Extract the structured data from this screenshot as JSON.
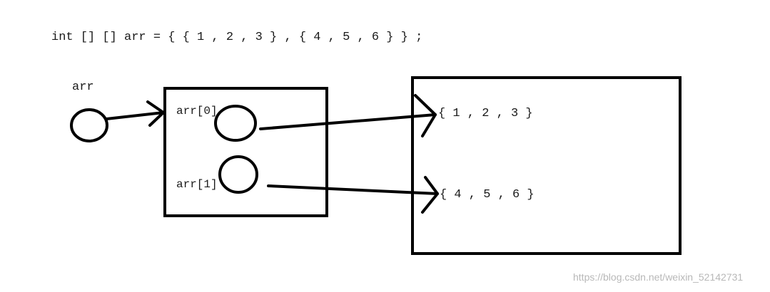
{
  "declaration": "int [] [] arr = { { 1 , 2 , 3 } , { 4 , 5 , 6 } } ;",
  "labels": {
    "arr": "arr",
    "arr0": "arr[0]",
    "arr1": "arr[1]"
  },
  "arrays": {
    "row0": "{ 1 , 2 , 3 }",
    "row1": "{ 4 , 5 , 6 }"
  },
  "watermark": "https://blog.csdn.net/weixin_52142731",
  "colors": {
    "stroke": "#000000",
    "text": "#1a1a1a",
    "watermark": "#b8b8b8"
  }
}
